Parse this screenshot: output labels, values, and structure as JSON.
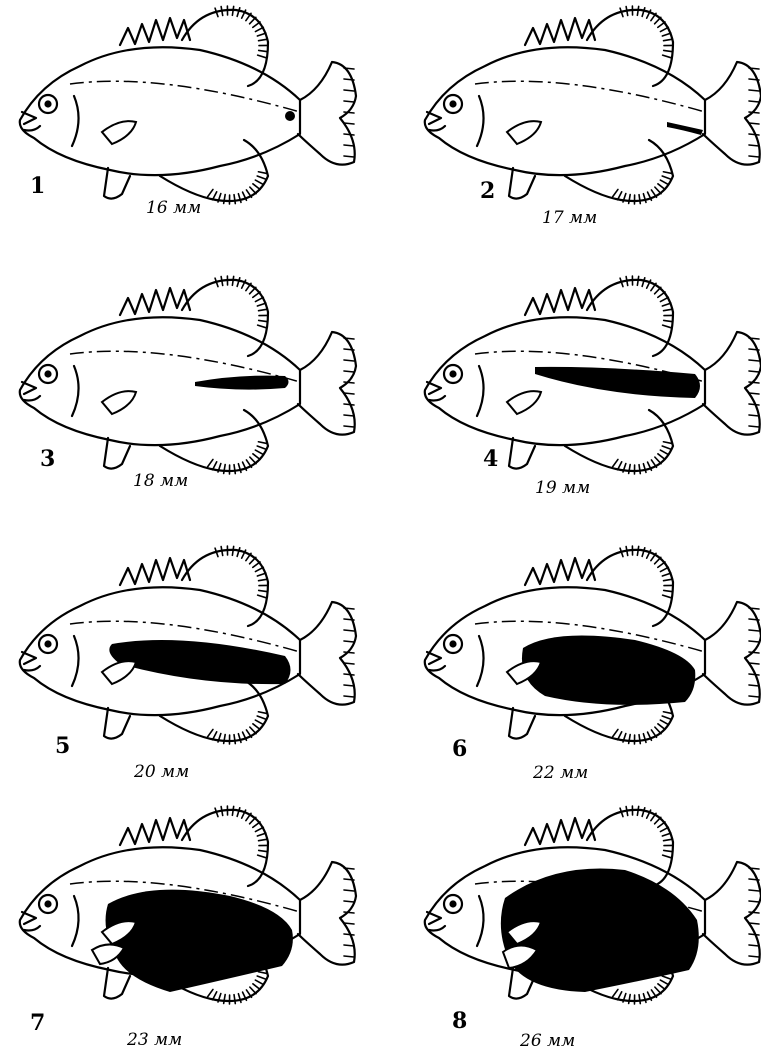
{
  "figure": {
    "stages": [
      {
        "number": "1",
        "size": "16 мм",
        "pigment": "dot"
      },
      {
        "number": "2",
        "size": "17 мм",
        "pigment": "dash"
      },
      {
        "number": "3",
        "size": "18 мм",
        "pigment": "short-band"
      },
      {
        "number": "4",
        "size": "19 мм",
        "pigment": "band"
      },
      {
        "number": "5",
        "size": "20 мм",
        "pigment": "wide-band"
      },
      {
        "number": "6",
        "size": "22 мм",
        "pigment": "broad-band"
      },
      {
        "number": "7",
        "size": "23 мм",
        "pigment": "large-patch"
      },
      {
        "number": "8",
        "size": "26 мм",
        "pigment": "full-patch"
      }
    ],
    "ink_color": "#000000",
    "paper_color": "#ffffff"
  }
}
